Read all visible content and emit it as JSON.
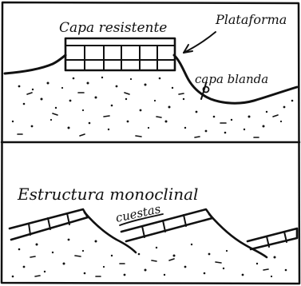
{
  "panels": [
    {
      "labels": {
        "capa_resistente": "Capa resistente",
        "plataforma": "Plataforma",
        "capa_blanda": "capa blanda"
      }
    },
    {
      "labels": {
        "title": "Estructura monoclinal",
        "cuestas": "cuestas"
      }
    }
  ],
  "colors": {
    "ink": "#111111",
    "paper": "#ffffff"
  }
}
